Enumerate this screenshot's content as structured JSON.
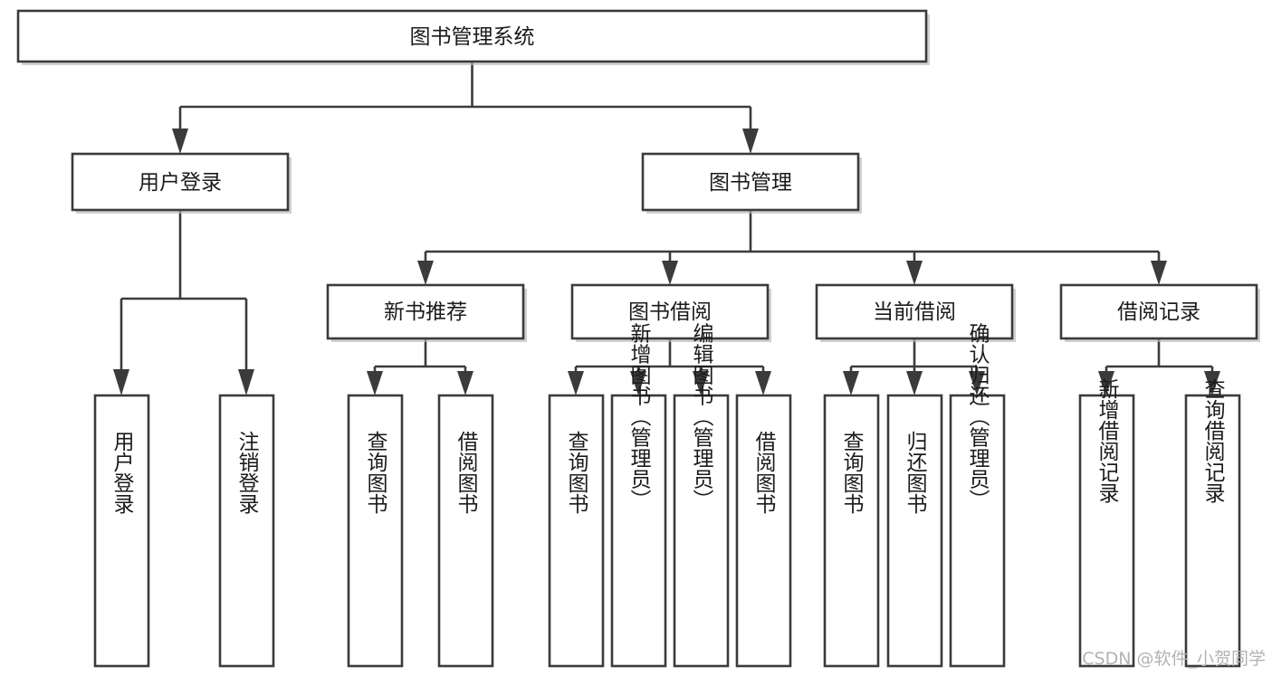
{
  "diagram": {
    "title": "图书管理系统",
    "type": "hierarchy-tree",
    "root": {
      "id": "root",
      "label": "图书管理系统"
    },
    "level2": [
      {
        "id": "user-login",
        "label": "用户登录"
      },
      {
        "id": "book-management",
        "label": "图书管理"
      }
    ],
    "level3": [
      {
        "id": "new-book-recommend",
        "label": "新书推荐"
      },
      {
        "id": "book-borrow",
        "label": "图书借阅"
      },
      {
        "id": "current-borrow",
        "label": "当前借阅"
      },
      {
        "id": "borrow-record",
        "label": "借阅记录"
      }
    ],
    "leaves": {
      "user-login": [
        {
          "id": "leaf-user-login",
          "label": "用户登录"
        },
        {
          "id": "leaf-logout",
          "label": "注销登录"
        }
      ],
      "new-book-recommend": [
        {
          "id": "leaf-query-book-1",
          "label": "查询图书"
        },
        {
          "id": "leaf-borrow-book-1",
          "label": "借阅图书"
        }
      ],
      "book-borrow": [
        {
          "id": "leaf-query-book-2",
          "label": "查询图书"
        },
        {
          "id": "leaf-add-book",
          "label": "新增图书（管理员）"
        },
        {
          "id": "leaf-edit-book",
          "label": "编辑图书（管理员）"
        },
        {
          "id": "leaf-borrow-book-2",
          "label": "借阅图书"
        }
      ],
      "current-borrow": [
        {
          "id": "leaf-query-book-3",
          "label": "查询图书"
        },
        {
          "id": "leaf-return-book",
          "label": "归还图书"
        },
        {
          "id": "leaf-confirm-return",
          "label": "确认归还（管理员）"
        }
      ],
      "borrow-record": [
        {
          "id": "leaf-add-record",
          "label": "新增借阅记录"
        },
        {
          "id": "leaf-query-record",
          "label": "查询借阅记录"
        }
      ]
    }
  },
  "watermark": {
    "text": "CSDN @软件_小贺同学"
  },
  "colors": {
    "box_stroke": "#3b3b3b",
    "box_fill": "#ffffff",
    "text": "#1b1b1b",
    "watermark": "#b3b3b3",
    "background": "#ffffff"
  }
}
